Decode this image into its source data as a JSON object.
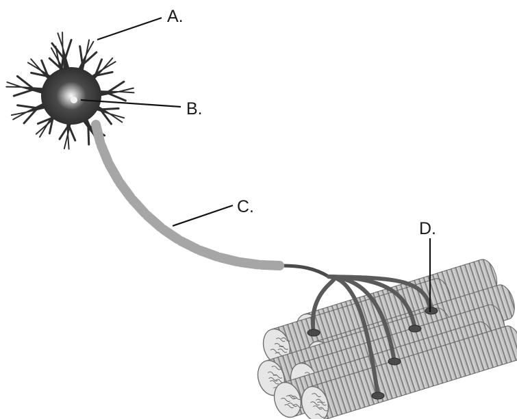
{
  "labels": {
    "a": "A.",
    "b": "B.",
    "c": "C.",
    "d": "D."
  },
  "colors": {
    "background": "#ffffff",
    "leader_line": "#111111",
    "label_text": "#1a1a1a",
    "cell_body_dark": "#2e2e2e",
    "cell_body_highlight": "#f2f2f2",
    "myelin_segment": "#a6a6a6",
    "axon_core": "#4a4a4a",
    "nerve_branch": "#5a5a5a",
    "muscle_fiber_light": "#c4c4c4",
    "muscle_fiber_dark": "#6e6e6e"
  }
}
